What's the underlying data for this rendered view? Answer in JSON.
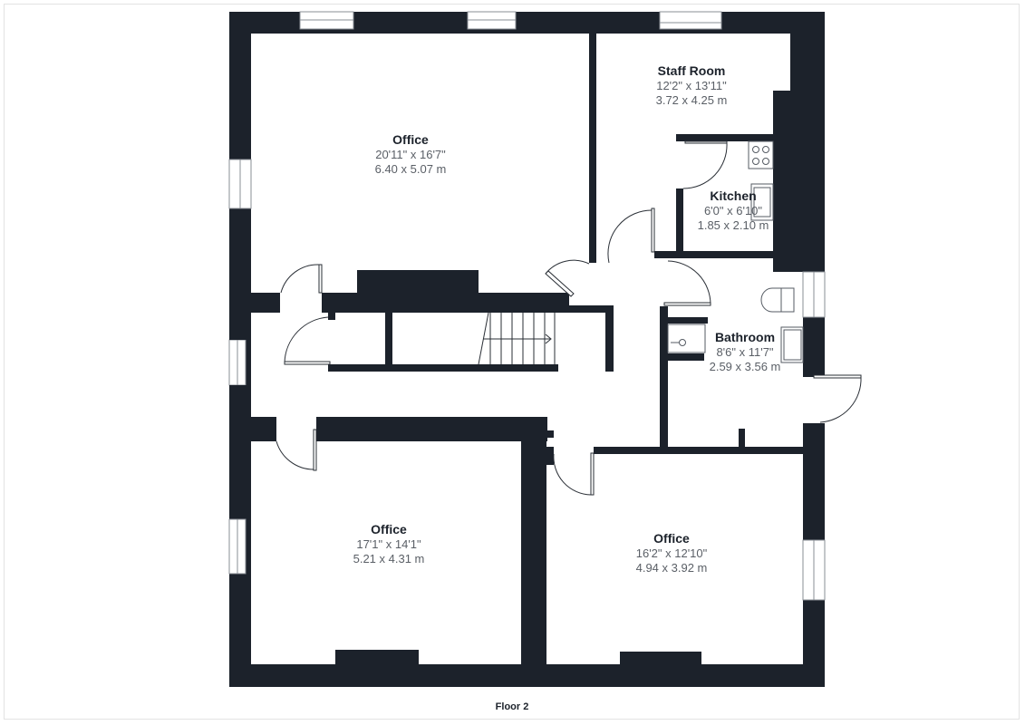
{
  "floor": {
    "label": "Floor 2"
  },
  "colors": {
    "wall": "#1c222b",
    "background": "#ffffff",
    "dimension_text": "#5a5f66"
  },
  "rooms": [
    {
      "name": "Office",
      "imperial": "20'11\" x 16'7\"",
      "metric": "6.40 x 5.07 m"
    },
    {
      "name": "Staff Room",
      "imperial": "12'2\" x 13'11\"",
      "metric": "3.72 x 4.25 m"
    },
    {
      "name": "Kitchen",
      "imperial": "6'0\" x 6'10\"",
      "metric": "1.85 x 2.10 m"
    },
    {
      "name": "Bathroom",
      "imperial": "8'6\" x 11'7\"",
      "metric": "2.59 x 3.56 m"
    },
    {
      "name": "Office",
      "imperial": "17'1\" x 14'1\"",
      "metric": "5.21 x 4.31 m"
    },
    {
      "name": "Office",
      "imperial": "16'2\" x 12'10\"",
      "metric": "4.94 x 3.92 m"
    }
  ]
}
